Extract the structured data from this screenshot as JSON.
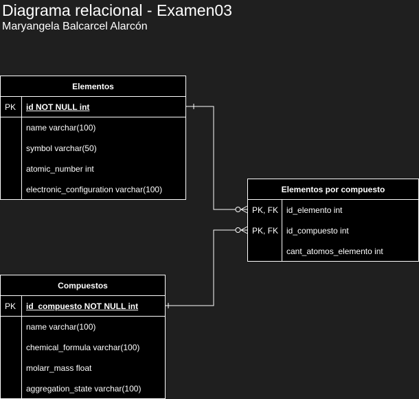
{
  "diagram": {
    "title": "Diagrama relacional - Examen03",
    "subtitle": "Maryangela Balcarcel Alarcón"
  },
  "entities": {
    "elementos": {
      "name": "Elementos",
      "pk_key": "PK",
      "pk_field": "id NOT NULL int",
      "fields": [
        "name varchar(100)",
        "symbol varchar(50)",
        "atomic_number int",
        "electronic_configuration varchar(100)"
      ]
    },
    "elementos_por_compuesto": {
      "name": "Elementos por compuesto",
      "keys": [
        "PK, FK",
        "PK, FK"
      ],
      "key_fields": [
        "id_elemento int",
        "id_compuesto int"
      ],
      "fields": [
        "cant_atomos_elemento int"
      ]
    },
    "compuestos": {
      "name": "Compuestos",
      "pk_key": "PK",
      "pk_field": "id_compuesto NOT NULL int",
      "fields": [
        "name varchar(100)",
        "chemical_formula varchar(100)",
        "molarr_mass float",
        "aggregation_state varchar(100)"
      ]
    }
  },
  "relationships": [
    {
      "from": "Elementos.id",
      "to": "Elementos por compuesto.id_elemento",
      "from_end": "one",
      "to_end": "zero-or-many"
    },
    {
      "from": "Compuestos.id_compuesto",
      "to": "Elementos por compuesto.id_compuesto",
      "from_end": "one",
      "to_end": "zero-or-many"
    }
  ],
  "colors": {
    "background": "#1f1f1f",
    "table_fill": "#000000",
    "stroke": "#ffffff",
    "text": "#ffffff"
  }
}
